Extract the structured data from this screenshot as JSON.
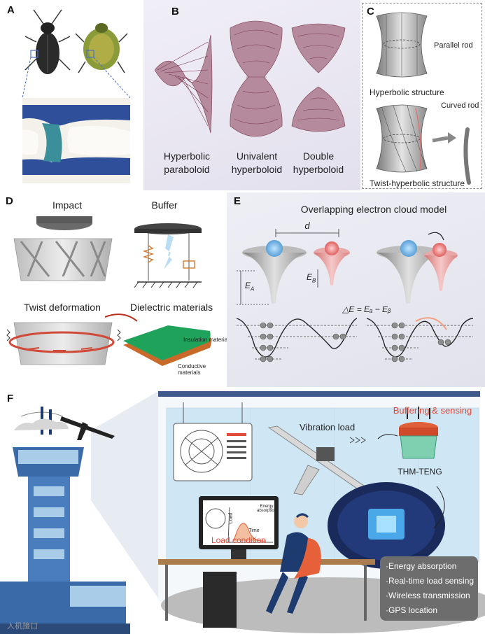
{
  "panels": {
    "a": {
      "label": "A"
    },
    "b": {
      "label": "B",
      "shapes": [
        {
          "line1": "Hyperbolic",
          "line2": "paraboloid"
        },
        {
          "line1": "Univalent",
          "line2": "hyperboloid"
        },
        {
          "line1": "Double",
          "line2": "hyperboloid"
        }
      ]
    },
    "c": {
      "label": "C",
      "parallel_rod": "Parallel rod",
      "hyperbolic_structure": "Hyperbolic structure",
      "curved_rod": "Curved rod",
      "twist_hyperbolic": "Twist-hyperbolic structure"
    },
    "d": {
      "label": "D",
      "impact": "Impact",
      "buffer": "Buffer",
      "twist_deformation": "Twist deformation",
      "dielectric": "Dielectric materials",
      "insulation": "Insulation material",
      "conductive": "Conductive materials"
    },
    "e": {
      "label": "E",
      "title": "Overlapping electron cloud model",
      "d": "d",
      "ea": "E",
      "ea_sub": "A",
      "eb": "E",
      "eb_sub": "B",
      "equation": "△E = Eₐ − Eᵦ"
    },
    "f": {
      "label": "F",
      "vibration_load": "Vibration load",
      "buffering_sensing": "Buffering & sensing",
      "thm_teng": "THM-TENG",
      "load_condition": "Load condition",
      "monitor_time": "Time",
      "monitor_load": "Load",
      "monitor_energy": "Energy absorption",
      "features": [
        "·Energy absorption",
        "·Real-time load sensing",
        "·Wireless transmission",
        "·GPS location"
      ]
    }
  },
  "watermark": "人机接口",
  "colors": {
    "beetle_bg": "#f3f1ea",
    "panel_b_bg": "#e9e7f1",
    "panel_e_bg": "#e8e8f0",
    "accent_red": "#e04a3a",
    "wire": "#7b3a50",
    "blue_sky": "#bfe0f2"
  }
}
